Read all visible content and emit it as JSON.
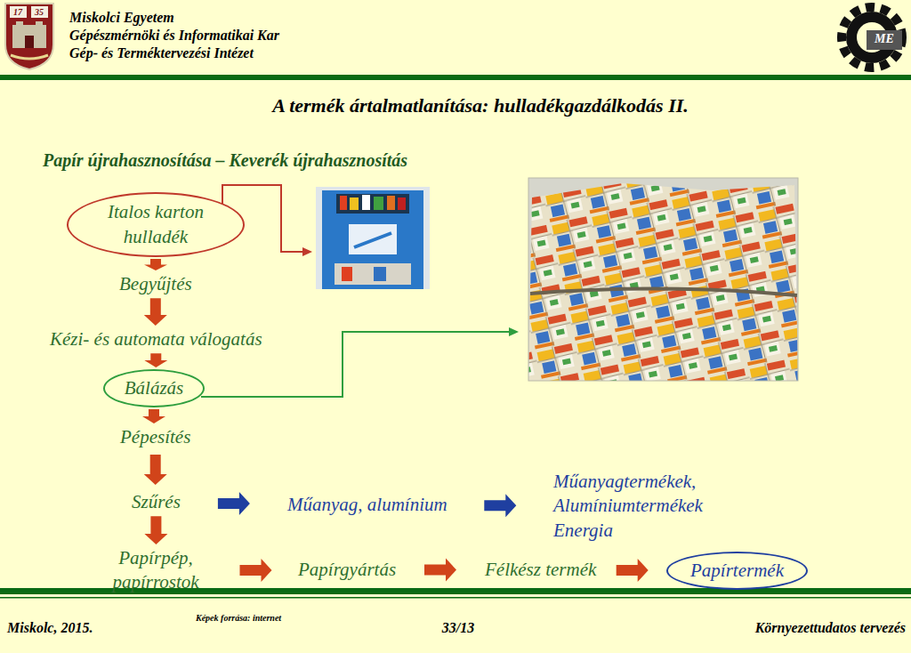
{
  "diagram": {
    "title": "A termék ártalmatlanítása: hulladékgazdálkodás II.",
    "nodes": [
      {
        "text": [
          "Italos karton hulladék"
        ]
      },
      {
        "text": [
          "Begyűjtés"
        ]
      },
      {
        "text": [
          "Kézi- és automata válogatás"
        ]
      },
      {
        "text": [
          "Bálázás"
        ]
      },
      {
        "text": [
          "Pépesítés"
        ]
      },
      {
        "text": [
          "Szűrés"
        ]
      },
      {
        "text": [
          "Műanyag, alumínium"
        ]
      },
      {
        "text": [
          "Műanyagtermékek, Alumíniumtermékek Energia"
        ]
      },
      {
        "text": [
          "Papírpép, papírrostok"
        ]
      },
      {
        "text": [
          "Papírgyártás"
        ]
      },
      {
        "text": [
          "Félkész termék"
        ]
      },
      {
        "text": [
          "Papírtermék"
        ]
      }
    ],
    "edges": [
      {
        "from": 0,
        "to": 1,
        "arrow": "to"
      },
      {
        "from": 1,
        "to": 2,
        "arrow": "to"
      },
      {
        "from": 2,
        "to": 3,
        "arrow": "to"
      },
      {
        "from": 3,
        "to": 4,
        "arrow": "to"
      },
      {
        "from": 4,
        "to": 5,
        "arrow": "to"
      },
      {
        "from": 5,
        "to": 6,
        "arrow": "to"
      },
      {
        "from": 6,
        "to": 7,
        "arrow": "to"
      },
      {
        "from": 5,
        "to": 8,
        "arrow": "to"
      },
      {
        "from": 8,
        "to": 9,
        "arrow": "to"
      },
      {
        "from": 9,
        "to": 10,
        "arrow": "to"
      },
      {
        "from": 10,
        "to": 11,
        "arrow": "to"
      }
    ],
    "labels": [
      "17",
      "35",
      "Miskolci Egyetem",
      "Gépészmérnöki és Informatikai Kar",
      "Gép- és Terméktervezési Intézet",
      "ME",
      "Papír újrahasznosítása – Keverék újrahasznosítás",
      "Miskolc, 2015.",
      "Képek forrása: internet",
      "33/13",
      "Környezettudatos tervezés"
    ]
  }
}
